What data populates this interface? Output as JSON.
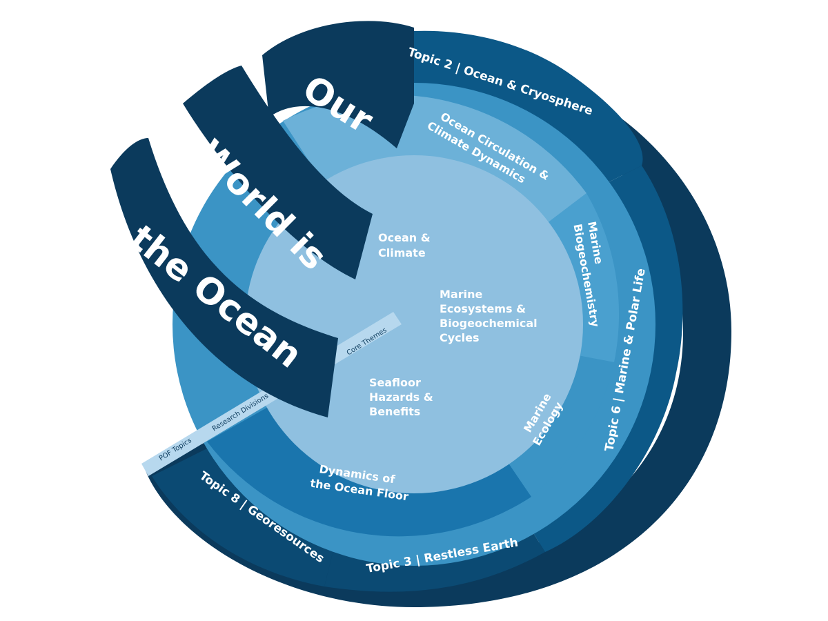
{
  "slogan": {
    "line1": "Our",
    "line2": "World is",
    "line3": "the Ocean"
  },
  "axes": {
    "core_themes": "Core Themes",
    "research_divisions": "Research Divisions",
    "pof_topics": "POF Topics"
  },
  "core": {
    "center": [
      "Marine",
      "Ecosystems &",
      "Biogeochemical",
      "Cycles"
    ],
    "ocean_climate": [
      "Ocean &",
      "Climate"
    ],
    "seafloor": [
      "Seafloor",
      "Hazards &",
      "Benefits"
    ]
  },
  "divisions": {
    "ocean_circulation": [
      "Ocean Circulation &",
      "Climate Dynamics"
    ],
    "biogeochemistry": [
      "Marine",
      "Biogeochemistry"
    ],
    "ecology": [
      "Marine",
      "Ecology"
    ],
    "dynamics": [
      "Dynamics of",
      "the Ocean Floor"
    ]
  },
  "topics": {
    "topic2": "Topic 2 | Ocean & Cryosphere",
    "topic6": "Topic 6 | Marine & Polar Life",
    "topic3": "Topic 3 | Restless Earth",
    "topic8": "Topic 8 | Georesources"
  },
  "colors": {
    "navy": "#0b3a5c",
    "dark_blue": "#0c5887",
    "blue": "#1a75ad",
    "mid_blue": "#3b94c5",
    "light_blue": "#6cb1d8",
    "pale_blue": "#8fc0e0",
    "band": "#b7d8ee"
  }
}
